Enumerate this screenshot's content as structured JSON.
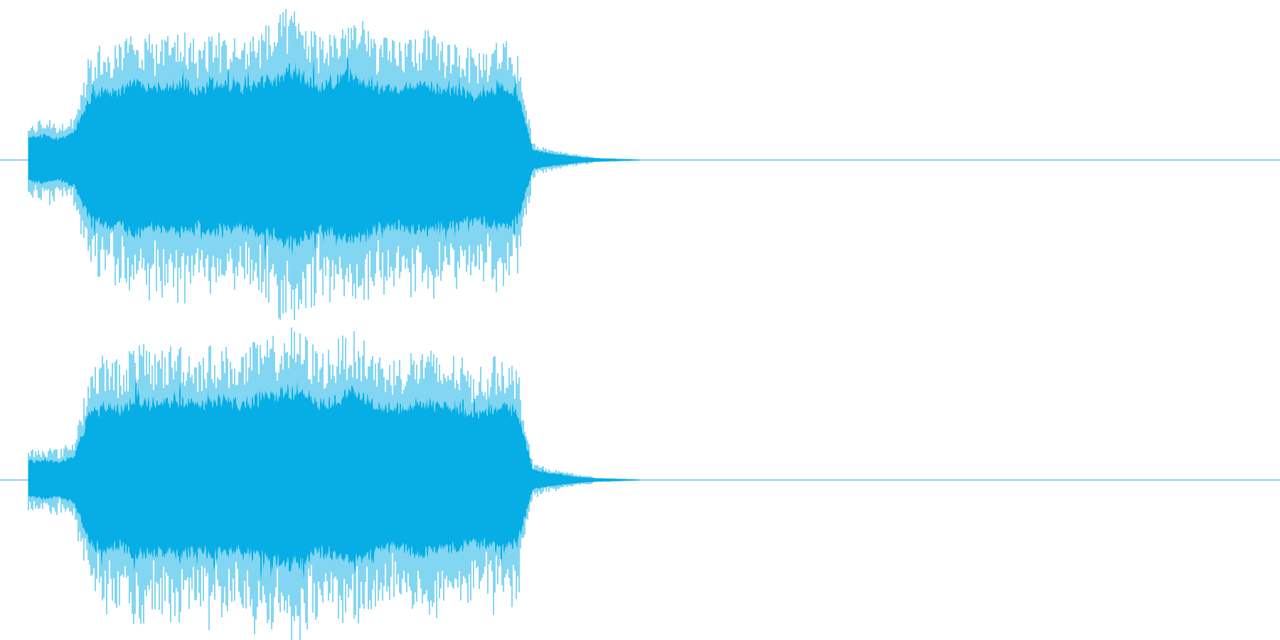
{
  "waveform": {
    "color": "#06aee5",
    "background": "#ffffff",
    "channels": [
      {
        "name": "left",
        "envelope": [
          0.22,
          0.25,
          0.21,
          0.28,
          0.62,
          0.7,
          0.68,
          0.8,
          0.72,
          0.74,
          0.78,
          0.7,
          0.76,
          0.74,
          0.72,
          0.78,
          0.8,
          0.9,
          0.84,
          0.74,
          0.78,
          0.86,
          0.8,
          0.72,
          0.7,
          0.74,
          0.76,
          0.7,
          0.72,
          0.64,
          0.66,
          0.74,
          0.64,
          0.1,
          0.07,
          0.05,
          0.03,
          0.02,
          0.015,
          0.01,
          0.005
        ]
      },
      {
        "name": "right",
        "envelope": [
          0.18,
          0.2,
          0.18,
          0.24,
          0.66,
          0.74,
          0.7,
          0.82,
          0.76,
          0.78,
          0.82,
          0.74,
          0.8,
          0.78,
          0.76,
          0.82,
          0.84,
          0.9,
          0.86,
          0.76,
          0.8,
          0.88,
          0.82,
          0.74,
          0.72,
          0.76,
          0.78,
          0.72,
          0.74,
          0.66,
          0.68,
          0.76,
          0.66,
          0.1,
          0.07,
          0.05,
          0.03,
          0.02,
          0.015,
          0.01,
          0.005
        ]
      }
    ]
  }
}
